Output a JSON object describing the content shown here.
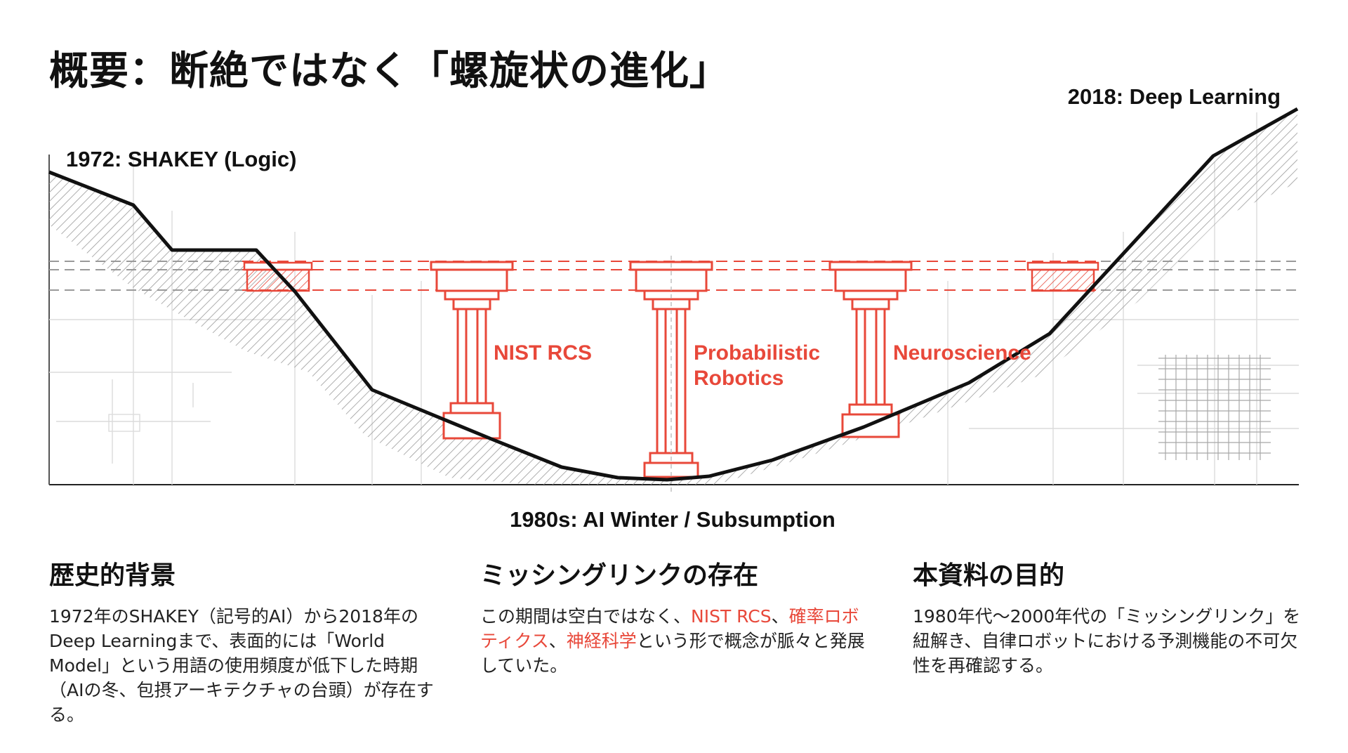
{
  "title": "概要：断絶ではなく「螺旋状の進化」",
  "colors": {
    "accent": "#e8483a",
    "ink": "#111111",
    "hatch": "#9a9a9a",
    "grid": "#d6d6d6"
  },
  "diagram": {
    "label_start": "1972: SHAKEY (Logic)",
    "label_end": "2018: Deep Learning",
    "label_bottom": "1980s: AI Winter / Subsumption",
    "pillars": [
      {
        "lines": [
          "NIST RCS"
        ]
      },
      {
        "lines": [
          "Probabilistic",
          "Robotics"
        ]
      },
      {
        "lines": [
          "Neuroscience"
        ]
      }
    ]
  },
  "sections": [
    {
      "heading": "歴史的背景",
      "segments": [
        {
          "text": "1972年のSHAKEY（記号的AI）から2018年のDeep Learningまで、表面的には「World Model」という用語の使用頻度が低下した時期（AIの冬、包摂アーキテクチャの台頭）が存在する。",
          "highlight": false
        }
      ]
    },
    {
      "heading": "ミッシングリンクの存在",
      "segments": [
        {
          "text": "この期間は空白ではなく、",
          "highlight": false
        },
        {
          "text": "NIST RCS",
          "highlight": true
        },
        {
          "text": "、",
          "highlight": false
        },
        {
          "text": "確率ロボティクス",
          "highlight": true
        },
        {
          "text": "、",
          "highlight": false
        },
        {
          "text": "神経科学",
          "highlight": true
        },
        {
          "text": "という形で概念が脈々と発展していた。",
          "highlight": false
        }
      ]
    },
    {
      "heading": "本資料の目的",
      "segments": [
        {
          "text": "1980年代〜2000年代の「ミッシングリンク」を紐解き、自律ロボットにおける予測機能の不可欠性を再確認する。",
          "highlight": false
        }
      ]
    }
  ]
}
